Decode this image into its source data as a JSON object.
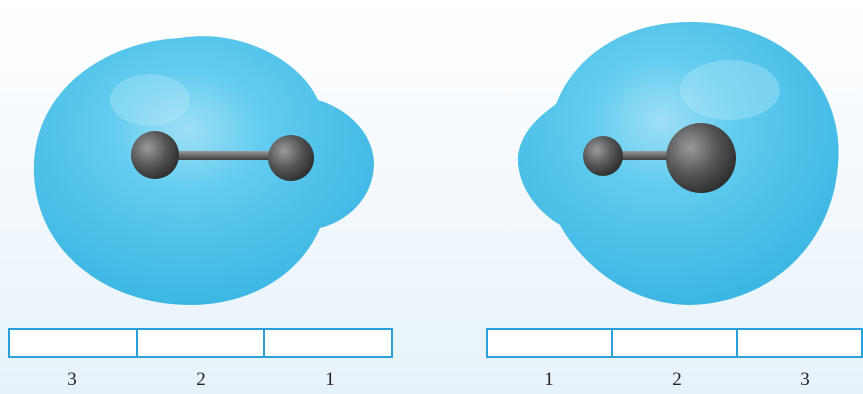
{
  "colors": {
    "cloud": "#4fc3ea",
    "cloud_highlight": "#a9e4f8",
    "atom": "#555555",
    "box_border": "#2a9fd8"
  },
  "molecule_left": {
    "scale_labels": [
      "3",
      "2",
      "1"
    ]
  },
  "molecule_right": {
    "scale_labels": [
      "1",
      "2",
      "3"
    ]
  }
}
